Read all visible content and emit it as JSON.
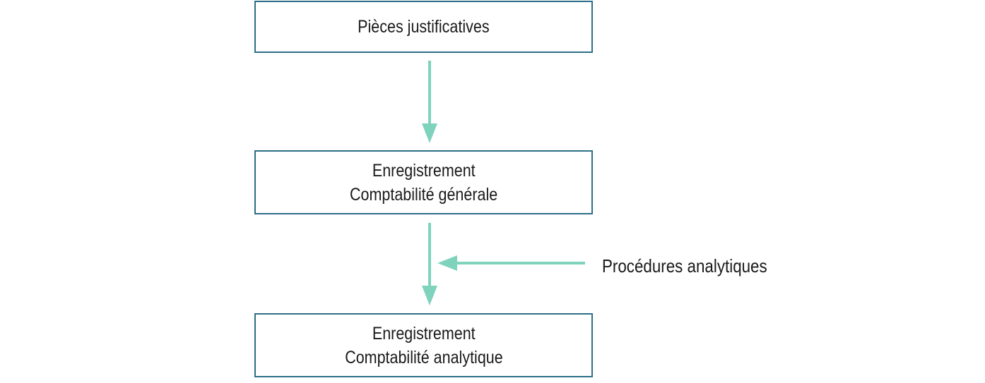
{
  "diagram": {
    "boxes": [
      {
        "lines": [
          "Pièces justificatives"
        ]
      },
      {
        "lines": [
          "Enregistrement",
          "Comptabilité générale"
        ]
      },
      {
        "lines": [
          "Enregistrement",
          "Comptabilité analytique"
        ]
      }
    ],
    "side_input": {
      "label": "Procédures analytiques"
    },
    "colors": {
      "box_border": "#2b6f86",
      "arrow": "#7fd3bd"
    }
  }
}
